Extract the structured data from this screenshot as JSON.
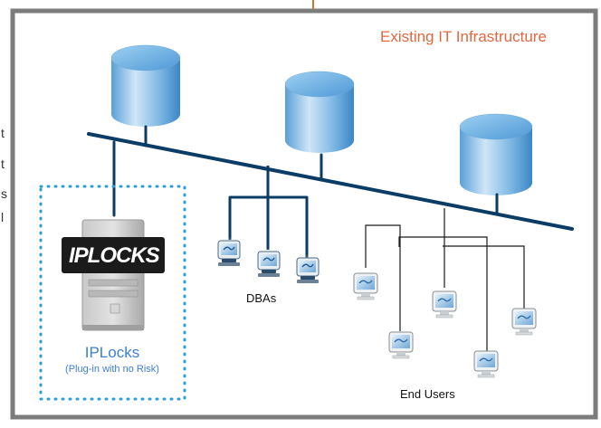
{
  "diagram": {
    "title": "Existing IT Infrastructure",
    "appliance": {
      "logo_text": "IPLOCKS",
      "name": "IPLocks",
      "subtitle": "(Plug-in with no Risk)"
    },
    "groups": {
      "dbas": "DBAs",
      "end_users": "End Users"
    },
    "edge_fragments": [
      "t",
      "t",
      "s",
      "l"
    ]
  },
  "colors": {
    "title": "#e2673f",
    "appliance_text": "#3d7fd0",
    "network_line": "#0b3c66",
    "dotted_border": "#2e9fd6",
    "frame": "#7c7c7c",
    "top_connector": "#d9732c"
  }
}
